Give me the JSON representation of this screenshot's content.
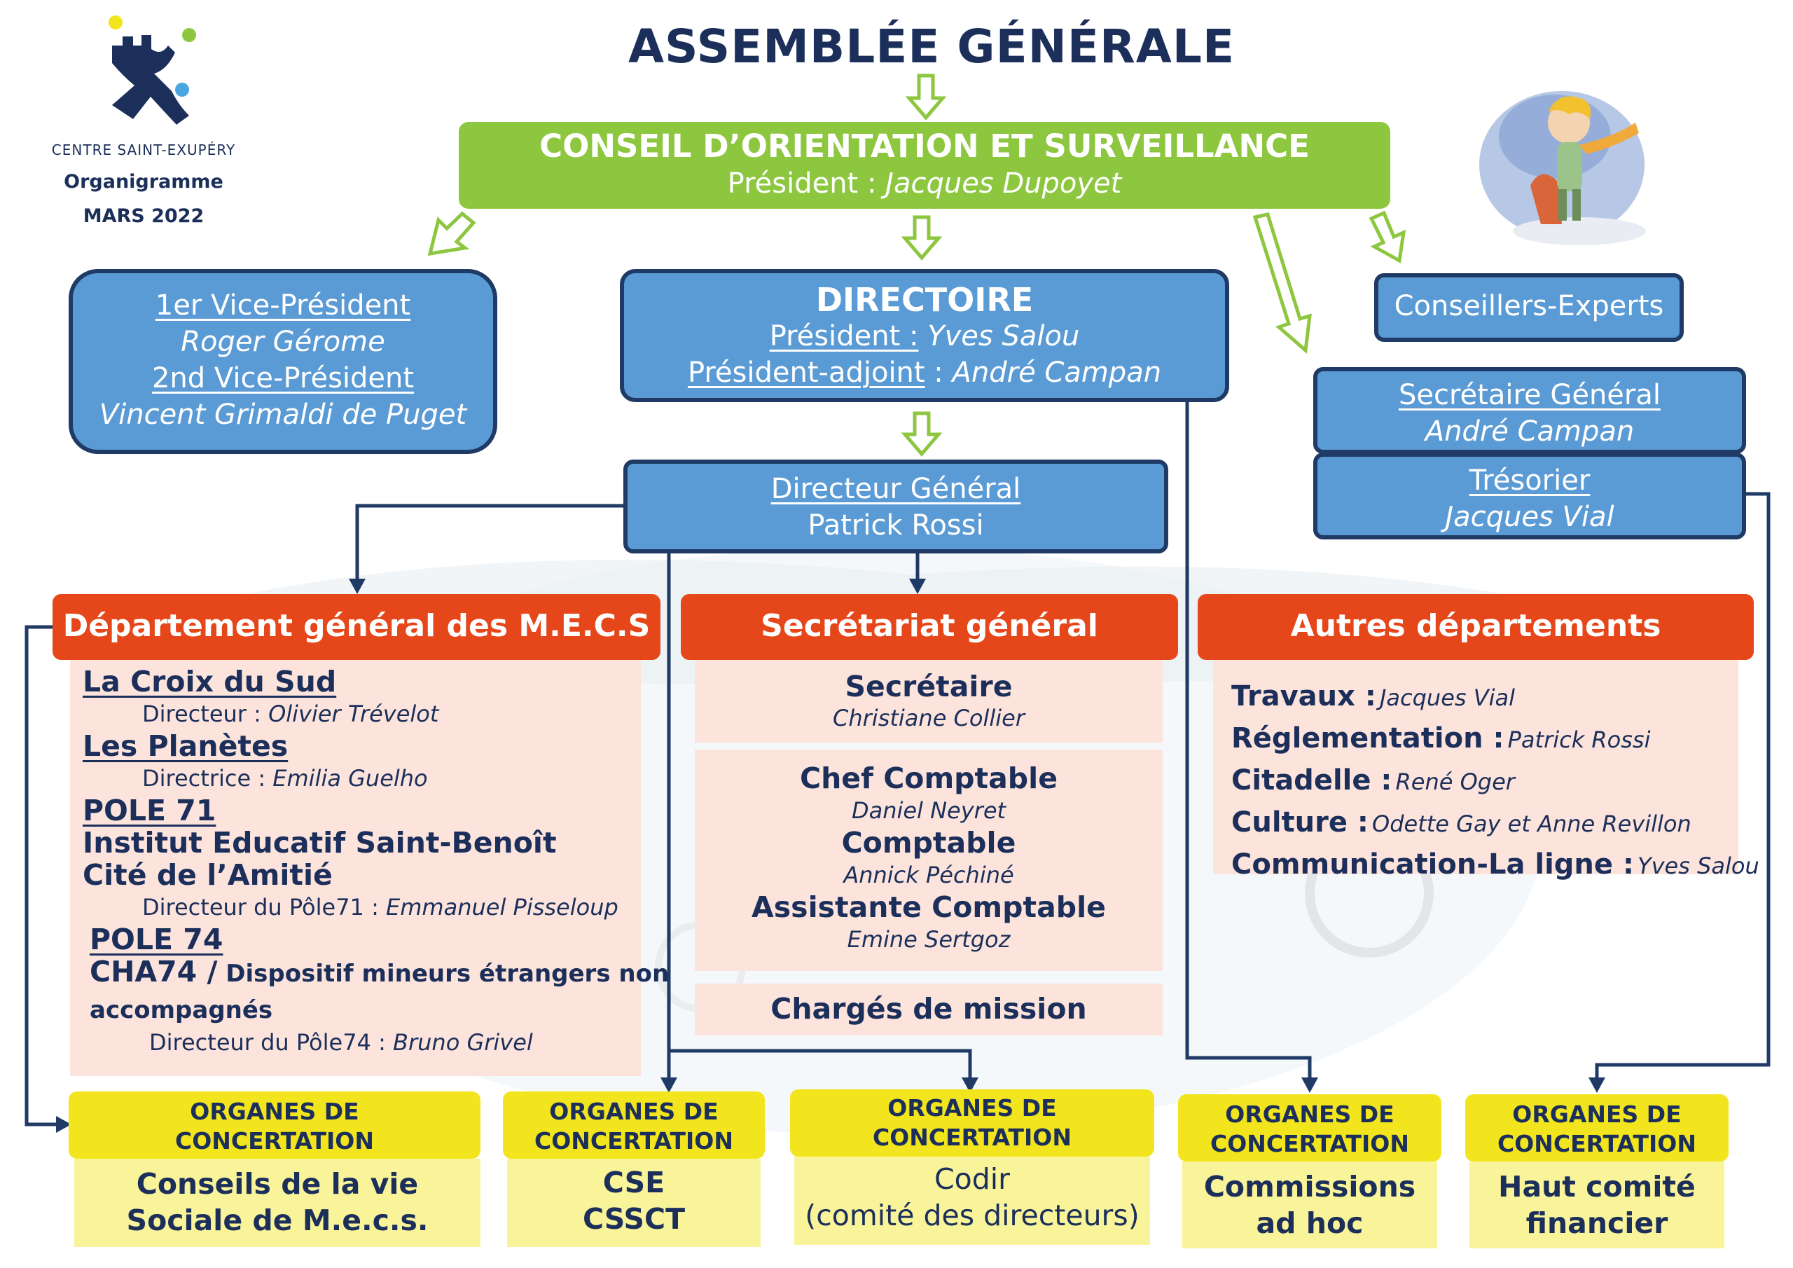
{
  "header": {
    "title": "ASSEMBLÉE GÉNÉRALE",
    "logo_name": "CENTRE SAINT-EXUPÉRY",
    "subtitle": "Organigramme",
    "date": "MARS 2022"
  },
  "conseil": {
    "title": "CONSEIL D’ORIENTATION ET SURVEILLANCE",
    "president_label": "Président :",
    "president_name": "Jacques Dupoyet"
  },
  "vice_presidents": {
    "vp1_label": "1er Vice-Président",
    "vp1_name": "Roger Gérome",
    "vp2_label": "2nd Vice-Président",
    "vp2_name": "Vincent Grimaldi de Puget"
  },
  "directoire": {
    "title": "DIRECTOIRE",
    "president_label": "Président :",
    "president_name": "Yves Salou",
    "adjoint_label": "Président-adjoint",
    "adjoint_sep": " :",
    "adjoint_name": "André Campan"
  },
  "conseillers": {
    "label": "Conseillers-Experts"
  },
  "secretaire_general": {
    "label": "Secrétaire Général",
    "name": "André Campan"
  },
  "tresorier": {
    "label": "Trésorier",
    "name": "Jacques Vial"
  },
  "directeur_general": {
    "label": "Directeur Général",
    "name": "Patrick Rossi"
  },
  "departments": {
    "mecs": {
      "title": "Département général des M.E.C.S",
      "croix": "La Croix du Sud",
      "croix_role": "Directeur :",
      "croix_name": "Olivier Trévelot",
      "planetes": "Les Planètes",
      "planetes_role": "Directrice :",
      "planetes_name": "Emilia Guelho",
      "pole71": "POLE 71",
      "institut": "Institut Educatif Saint-Benoît",
      "cite": "Cité de l’Amitié",
      "pole71_role": "Directeur du Pôle71 :",
      "pole71_name": "Emmanuel Pisseloup",
      "pole74": "POLE 74",
      "cha74": "CHA74 /",
      "dispositif": " Dispositif mineurs  étrangers non",
      "accompagnes": "accompagnés",
      "pole74_role": "Directeur du Pôle74 :",
      "pole74_name": "Bruno Grivel"
    },
    "secretariat": {
      "title": "Secrétariat général",
      "secretaire": "Secrétaire",
      "secretaire_name": "Christiane Collier",
      "chef_comptable": "Chef Comptable",
      "chef_comptable_name": "Daniel Neyret",
      "comptable": "Comptable",
      "comptable_name": "Annick Péchiné",
      "assistante": "Assistante Comptable",
      "assistante_name": "Emine Sertgoz",
      "charges": "Chargés de mission"
    },
    "autres": {
      "title": "Autres départements",
      "items": [
        {
          "label": "Travaux :",
          "name": "Jacques Vial"
        },
        {
          "label": "Réglementation :",
          "name": "Patrick Rossi"
        },
        {
          "label": "Citadelle :",
          "name": "René Oger"
        },
        {
          "label": "Culture :",
          "name": "Odette Gay et Anne Revillon"
        },
        {
          "label": "Communication-La ligne :",
          "name": "Yves Salou"
        }
      ]
    }
  },
  "organes": [
    {
      "head1": "ORGANES DE",
      "head2": "CONCERTATION",
      "body1": "Conseils de la vie",
      "body2": "Sociale de M.e.c.s."
    },
    {
      "head1": "ORGANES DE",
      "head2": "CONCERTATION",
      "body1": "CSE",
      "body2": "CSSCT"
    },
    {
      "head1": "ORGANES DE",
      "head2": "CONCERTATION",
      "body1": "Codir",
      "body2": "(comité des directeurs)"
    },
    {
      "head1": "ORGANES DE",
      "head2": "CONCERTATION",
      "body1": "Commissions",
      "body2": "ad hoc"
    },
    {
      "head1": "ORGANES DE",
      "head2": "CONCERTATION",
      "body1": "Haut comité",
      "body2": "financier"
    }
  ],
  "colors": {
    "navy": "#1b2f5a",
    "green": "#8dc63f",
    "blue": "#5b9bd5",
    "red": "#e6471a",
    "pink": "#fce4dc",
    "yellow": "#f2e51d",
    "light_yellow": "#f9f39a"
  }
}
